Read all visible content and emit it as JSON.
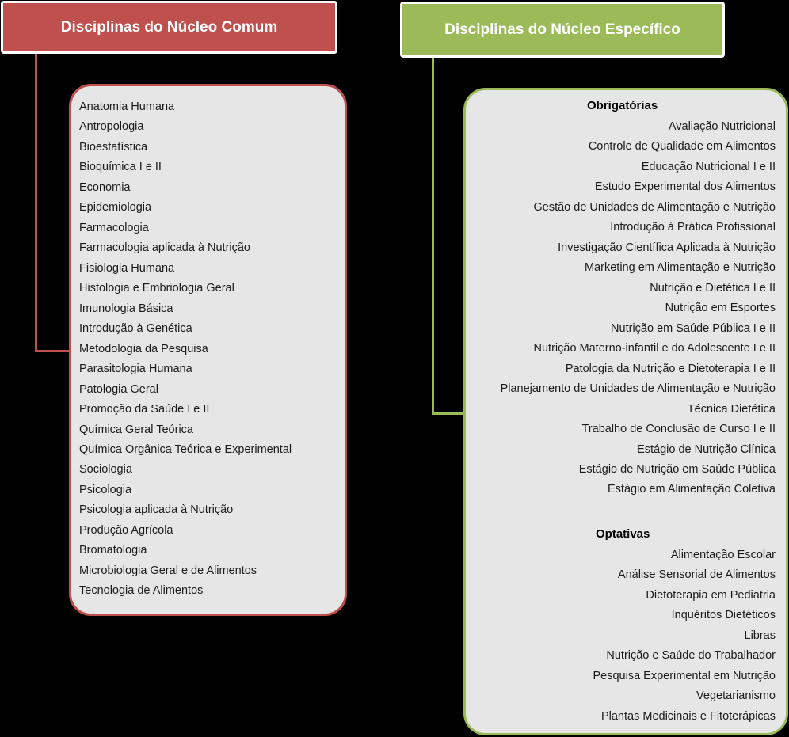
{
  "common_core": {
    "title": "Disciplinas do Núcleo Comum",
    "color": "#c0504d",
    "items": [
      "Anatomia Humana",
      "Antropologia",
      "Bioestatística",
      "Bioquímica I e II",
      "Economia",
      "Epidemiologia",
      "Farmacologia",
      "Farmacologia aplicada à Nutrição",
      "Fisiologia Humana",
      "Histologia e Embriologia Geral",
      "Imunologia Básica",
      "Introdução à Genética",
      "Metodologia da Pesquisa",
      "Parasitologia Humana",
      "Patologia Geral",
      "Promoção da Saúde I e II",
      "Química Geral Teórica",
      "Química Orgânica Teórica e Experimental",
      "Sociologia",
      "Psicologia",
      "Psicologia aplicada à Nutrição",
      "Produção Agrícola",
      "Bromatologia",
      "Microbiologia Geral e de Alimentos",
      "Tecnologia de Alimentos"
    ]
  },
  "specific_core": {
    "title": "Disciplinas do Núcleo Específico",
    "color": "#9bbb59",
    "mandatory_title": "Obrigatórias",
    "mandatory": [
      "Avaliação Nutricional",
      "Controle de Qualidade em Alimentos",
      "Educação Nutricional  I e II",
      "Estudo Experimental dos Alimentos",
      "Gestão de Unidades de Alimentação e Nutrição",
      "Introdução à Prática Profissional",
      "Investigação Científica Aplicada à Nutrição",
      "Marketing em Alimentação e Nutrição",
      "Nutrição e Dietética I e II",
      "Nutrição em Esportes",
      "Nutrição em Saúde Pública I e II",
      "Nutrição Materno-infantil e do Adolescente I e II",
      "Patologia da Nutrição e Dietoterapia I e II",
      "Planejamento de Unidades de Alimentação e Nutrição",
      "Técnica Dietética",
      "Trabalho de Conclusão de Curso I e II",
      "Estágio de Nutrição Clínica",
      "Estágio de Nutrição em Saúde Pública",
      "Estágio em Alimentação Coletiva"
    ],
    "optional_title": "Optativas",
    "optional": [
      "Alimentação Escolar",
      "Análise Sensorial de Alimentos",
      "Dietoterapia em Pediatria",
      "Inquéritos Dietéticos",
      "Libras",
      "Nutrição e Saúde do Trabalhador",
      "Pesquisa Experimental em Nutrição",
      "Vegetarianismo",
      "Plantas Medicinais e Fitoterápicas"
    ]
  }
}
